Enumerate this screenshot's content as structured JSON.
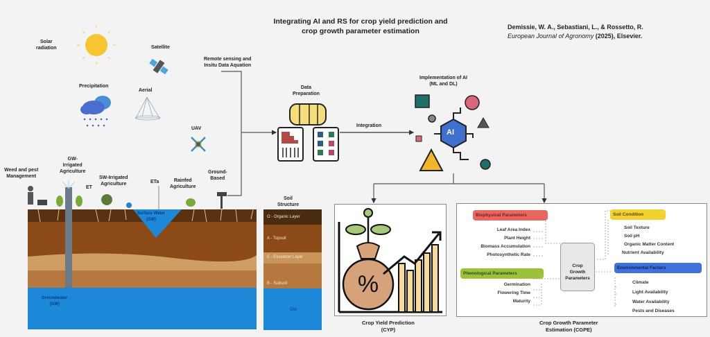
{
  "header": {
    "title_line1": "Integrating AI and RS for crop yield prediction and",
    "title_line2": "crop growth parameter estimation",
    "citation_authors": "Demissie, W. A., Sebastiani, L., & Rossetto, R.",
    "citation_journal": "European Journal of Agronomy",
    "citation_rest": " (2025), Elsevier."
  },
  "environment": {
    "solar": [
      "Solar",
      "radiation"
    ],
    "precipitation": "Precipitation",
    "satellite": "Satellite",
    "aerial": "Aerial",
    "uav": "UAV",
    "remote_sensing": [
      "Remote sensing and",
      "Insitu Data Aquation"
    ]
  },
  "practices": {
    "weed": [
      "Weed and pest",
      "Management"
    ],
    "gw_irrigated": [
      "GW-",
      "Irrigated",
      "Agriculture"
    ],
    "et": "ET",
    "sw_irrigated": [
      "SW-Irrigated",
      "Agriculture"
    ],
    "eta": "ETa",
    "rainfed": [
      "Rainfed",
      "Agriculture"
    ],
    "ground_based": [
      "Ground-",
      "Based"
    ],
    "surface_water": [
      "Surface Water",
      "(SW)"
    ],
    "groundwater": [
      "Groundwater",
      "(GW)"
    ]
  },
  "soil_structure": {
    "title": [
      "Soil",
      "Structure"
    ],
    "layers": [
      {
        "label": "O - Organic Layer",
        "color": "#4a2c12"
      },
      {
        "label": "A - Topsoil",
        "color": "#8b4a17"
      },
      {
        "label": "E - Eluviation Layer",
        "color": "#c8955a"
      },
      {
        "label": "B - Subsoil",
        "color": "#b5783e"
      },
      {
        "label": "GW",
        "color": "#1e88d8"
      }
    ]
  },
  "pipeline": {
    "data_preparation": [
      "Data",
      "Preparation"
    ],
    "integration": "Integration",
    "ai_implementation": [
      "Implementation of AI",
      "(ML and DL)"
    ],
    "ai_chip": "AI"
  },
  "crop_yield": {
    "caption": [
      "Crop Yield Prediction",
      "(CYP)"
    ],
    "percent_symbol": "%"
  },
  "cgpe": {
    "caption": [
      "Crop Growth Parameter",
      "Estimation (CGPE)"
    ],
    "center": [
      "Crop",
      "Growth",
      "Parameters"
    ],
    "biophysical": {
      "title": "Biophysical Parameters",
      "color": "#e8665f",
      "items": [
        "Leaf Area Index",
        "Plant Height",
        "Biomass Accumulation",
        "Photosynthetic Rate"
      ]
    },
    "phenological": {
      "title": "Phenological Parameters",
      "color": "#9cc23a",
      "items": [
        "Germination",
        "Flowering Time",
        "Maturity"
      ]
    },
    "soil_condition": {
      "title": "Soil Condition",
      "color": "#f2d230",
      "items": [
        "Soil Texture",
        "Soil pH",
        "Organic Matter Content",
        "Nutrient Availability"
      ]
    },
    "environmental": {
      "title": "Environmental Factors",
      "color": "#3f72d8",
      "items": [
        "Climate",
        "Light Availability",
        "Water Availability",
        "Pests and Diseases"
      ]
    }
  }
}
